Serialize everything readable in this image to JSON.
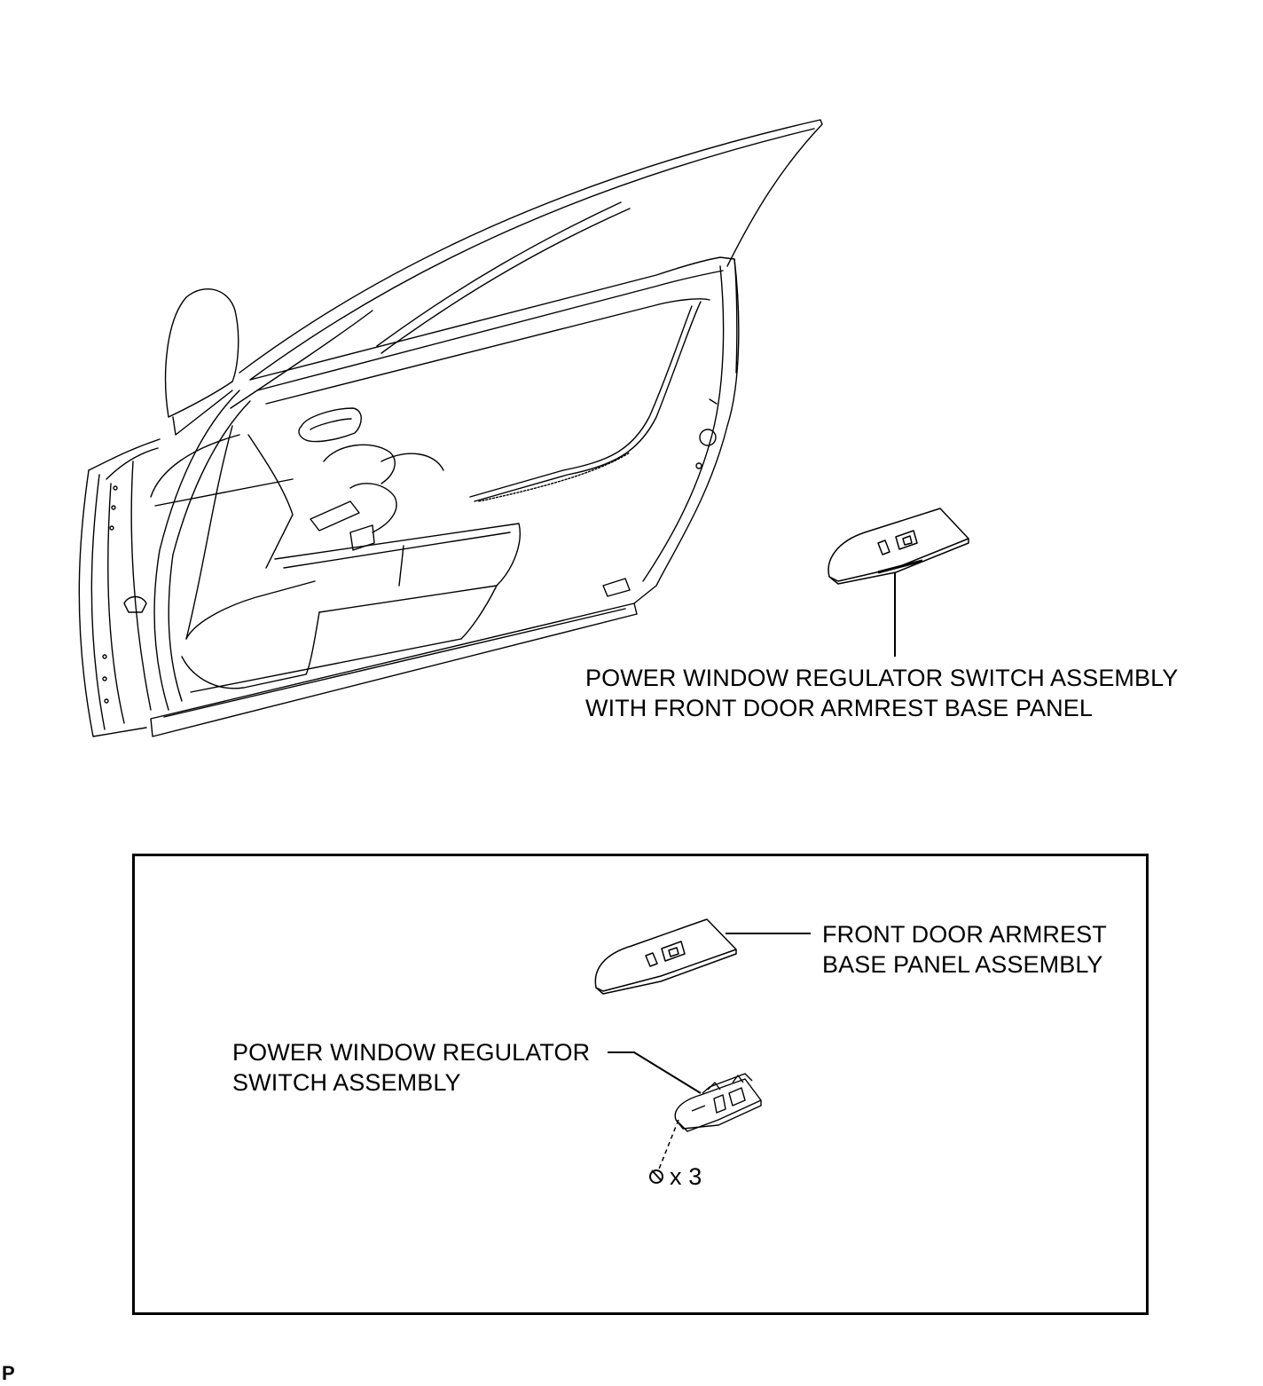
{
  "callouts": {
    "overview_switch_line1": "POWER WINDOW REGULATOR SWITCH ASSEMBLY",
    "overview_switch_line2": "WITH FRONT DOOR ARMREST BASE PANEL",
    "base_panel_line1": "FRONT DOOR ARMREST",
    "base_panel_line2": "BASE PANEL ASSEMBLY",
    "switch_line1": "POWER WINDOW REGULATOR",
    "switch_line2": "SWITCH ASSEMBLY",
    "screw_count": "x 3"
  },
  "figure_id": "P",
  "colors": {
    "line": "#000000",
    "background": "#ffffff"
  },
  "icons": [
    "screw-icon"
  ]
}
